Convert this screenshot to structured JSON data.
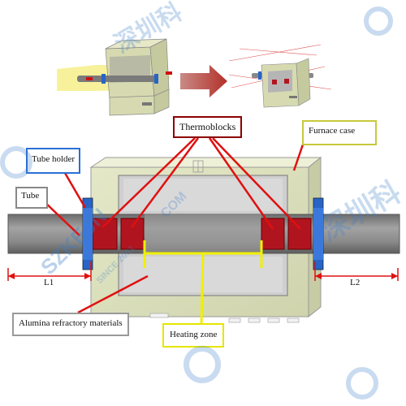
{
  "labels": {
    "thermoblocks": "Thermoblocks",
    "furnace_case": "Furnace case",
    "tube_holder": "Tube holder",
    "tube": "Tube",
    "alumina": "Alumina refractory materials",
    "heating_zone": "Heating zone",
    "l1": "L1",
    "l2": "L2"
  },
  "watermark": {
    "brand": "SZKEJN",
    "chinese": "深圳科",
    "since": "SINCE 2001",
    "url": "COM"
  },
  "colors": {
    "thermoblock_border": "#8b0000",
    "furnace_border": "#c8c83c",
    "tube_holder_border": "#2a6fd6",
    "tube_border": "#888888",
    "alumina_border": "#999999",
    "heating_zone_border": "#e6e600",
    "pointer_red": "#e01010",
    "heating_yellow": "#f0f000",
    "dimension_red": "#e01010",
    "furnace_fill": "#dfe3c2",
    "tube_fill": "#8a8a8a",
    "thermoblock_fill": "#b0151f",
    "tube_holder_fill": "#2864c8",
    "watermark": "#3d7fc9"
  }
}
